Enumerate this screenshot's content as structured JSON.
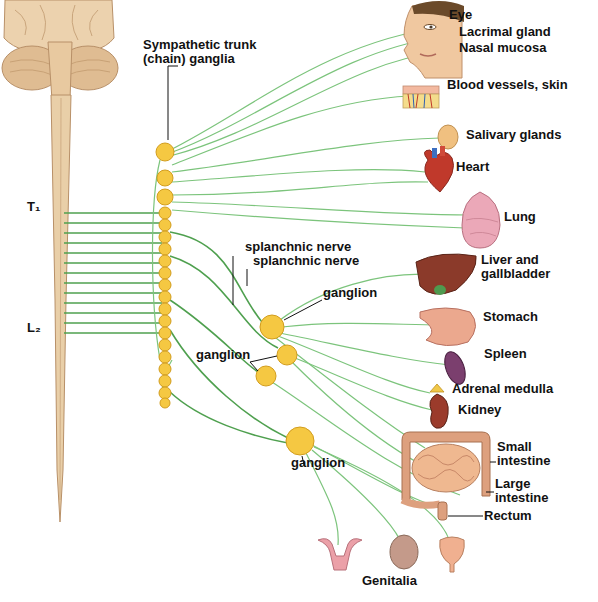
{
  "diagram": {
    "labels": [
      "Sympathetic trunk (chain) ganglia",
      "Eye",
      "Lacrimal gland",
      "Nasal mucosa",
      "Blood vessels, skin",
      "Salivary glands",
      "Heart",
      "Lung",
      "T₁",
      "splanchnic nerve",
      "splanchnic nerve",
      "Liver and gallbladder",
      "ganglion",
      "Stomach",
      "L₂",
      "ganglion",
      "Spleen",
      "Adrenal medulla",
      "Kidney",
      "Small intestine",
      "ganglion",
      "Large intestine",
      "Rectum",
      "Genitalia"
    ]
  }
}
